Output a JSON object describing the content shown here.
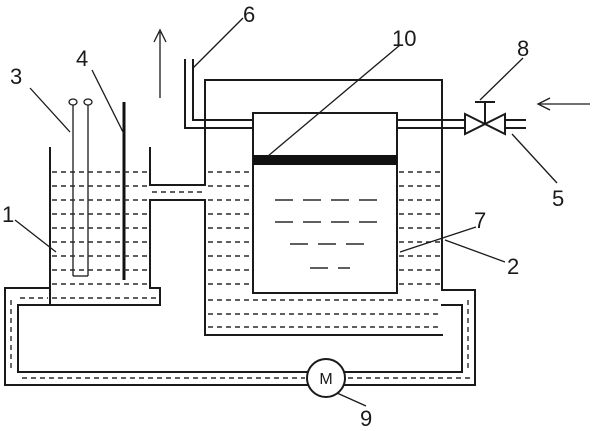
{
  "labels": {
    "l1": "1",
    "l2": "2",
    "l3": "3",
    "l4": "4",
    "l5": "5",
    "l6": "6",
    "l7": "7",
    "l8": "8",
    "l9": "9",
    "l10": "10"
  },
  "motor": {
    "text": "M"
  }
}
